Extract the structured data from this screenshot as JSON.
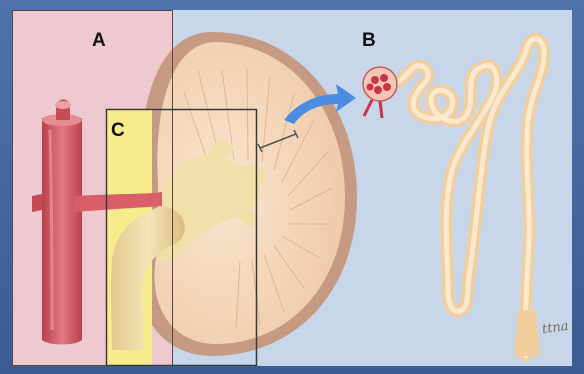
{
  "figure": {
    "panels": [
      {
        "id": "A",
        "label": "A"
      },
      {
        "id": "B",
        "label": "B"
      },
      {
        "id": "C",
        "label": "C"
      }
    ],
    "signature": "ttna",
    "colors": {
      "frame": "#4466a0",
      "panel_a_background": "#efc9d0",
      "panel_b_background": "#c8d6ea",
      "panel_c_background": "#f6ec8c",
      "kidney_capsule": "#c69a82",
      "kidney_cortex": "#f3d3b8",
      "vessel": "#d9616b",
      "ureter": "#ecd7a0",
      "nephron_tubule": "#f7d9b2",
      "glomerulus": "#cc3344",
      "arrow": "#4a8de0"
    }
  }
}
